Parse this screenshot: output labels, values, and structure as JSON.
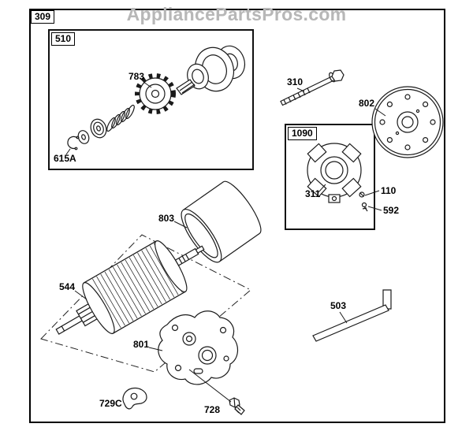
{
  "watermark": "AppliancePartsPros.com",
  "frame": {
    "label": "309"
  },
  "insets": {
    "drive": {
      "label": "510"
    },
    "brush": {
      "label": "1090"
    }
  },
  "parts": {
    "gear": "783",
    "retaining_ring": "615A",
    "through_bolt": "310",
    "end_cap": "802",
    "brush_holder": "311",
    "terminal": "110",
    "terminal_screw": "592",
    "housing": "803",
    "armature": "544",
    "cover_band": "503",
    "end_bracket": "801",
    "clip": "729C",
    "screw": "728"
  }
}
